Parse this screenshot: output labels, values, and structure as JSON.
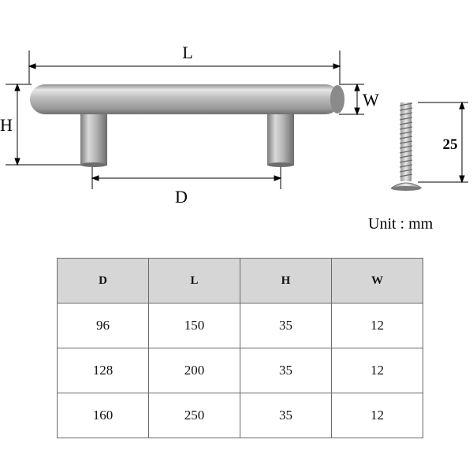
{
  "dimensions": {
    "length_label": "L",
    "height_label": "H",
    "width_label": "W",
    "spacing_label": "D",
    "screw_length": "25"
  },
  "unit_text": "Unit : mm",
  "table": {
    "headers": [
      "D",
      "L",
      "H",
      "W"
    ],
    "rows": [
      [
        "96",
        "150",
        "35",
        "12"
      ],
      [
        "128",
        "200",
        "35",
        "12"
      ],
      [
        "160",
        "250",
        "35",
        "12"
      ]
    ]
  },
  "colors": {
    "header_fill": "#d6d6d6",
    "border": "#6a6a6a",
    "metal": "#b9b9b9"
  }
}
